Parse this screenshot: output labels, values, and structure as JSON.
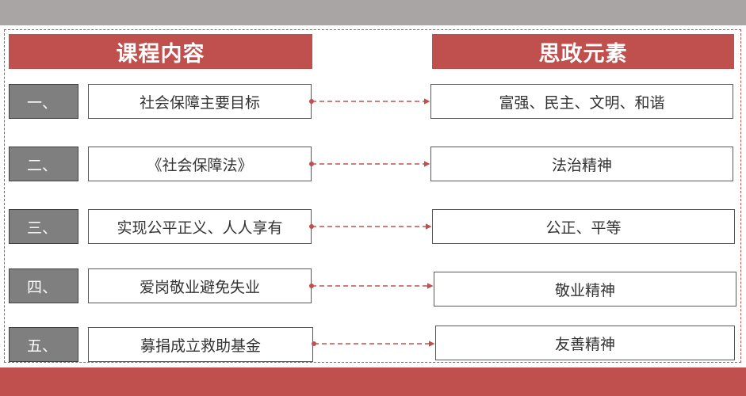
{
  "headers": {
    "left": "课程内容",
    "right": "思政元素"
  },
  "rows": [
    {
      "num": "一、",
      "content": "社会保障主要目标",
      "element": "富强、民主、文明、和谐"
    },
    {
      "num": "二、",
      "content": "《社会保障法》",
      "element": "法治精神"
    },
    {
      "num": "三、",
      "content": "实现公平正义、人人享有",
      "element": "公正、平等"
    },
    {
      "num": "四、",
      "content": "爱岗敬业避免失业",
      "element": "敬业精神"
    },
    {
      "num": "五、",
      "content": "募捐成立救助基金",
      "element": "友善精神"
    }
  ],
  "colors": {
    "accent": "#c0504d",
    "top_bar": "#a8a5a4",
    "number_box": "#7f7f7f"
  }
}
